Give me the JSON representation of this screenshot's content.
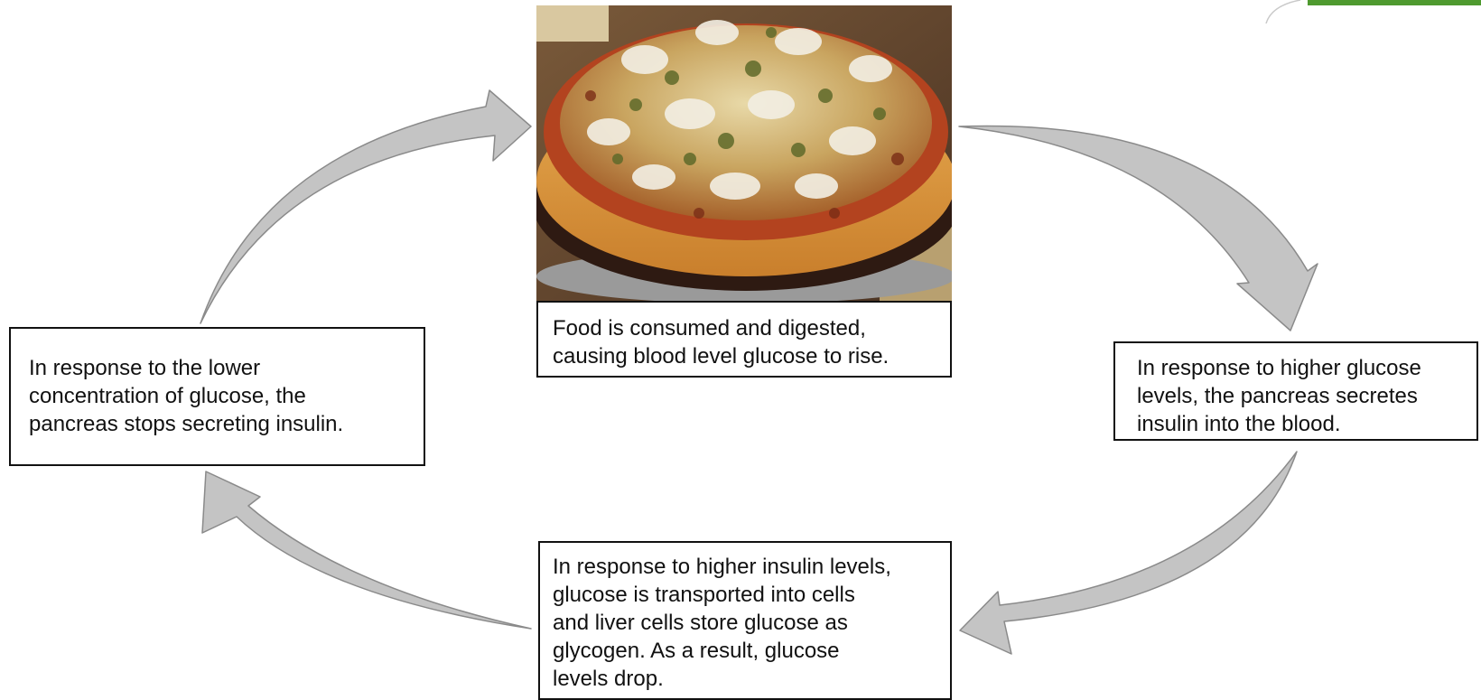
{
  "diagram": {
    "steps": {
      "food_consumed": "Food is consumed and digested,\ncausing blood level glucose to rise.",
      "pancreas_secretes": "In response to higher glucose\nlevels, the pancreas secretes\ninsulin into the blood.",
      "glucose_transported": "In response to higher insulin levels,\nglucose is transported into cells\nand liver cells store glucose as\nglycogen. As a result, glucose\nlevels drop.",
      "pancreas_stops": "In response to the lower\nconcentration of glucose, the\npancreas stops secreting insulin."
    },
    "colors": {
      "arrow_fill": "#c4c4c4",
      "arrow_stroke": "#8a8a8a",
      "box_border": "#111111",
      "accent": "#4f9a2f"
    },
    "image": "pizza-photo"
  }
}
